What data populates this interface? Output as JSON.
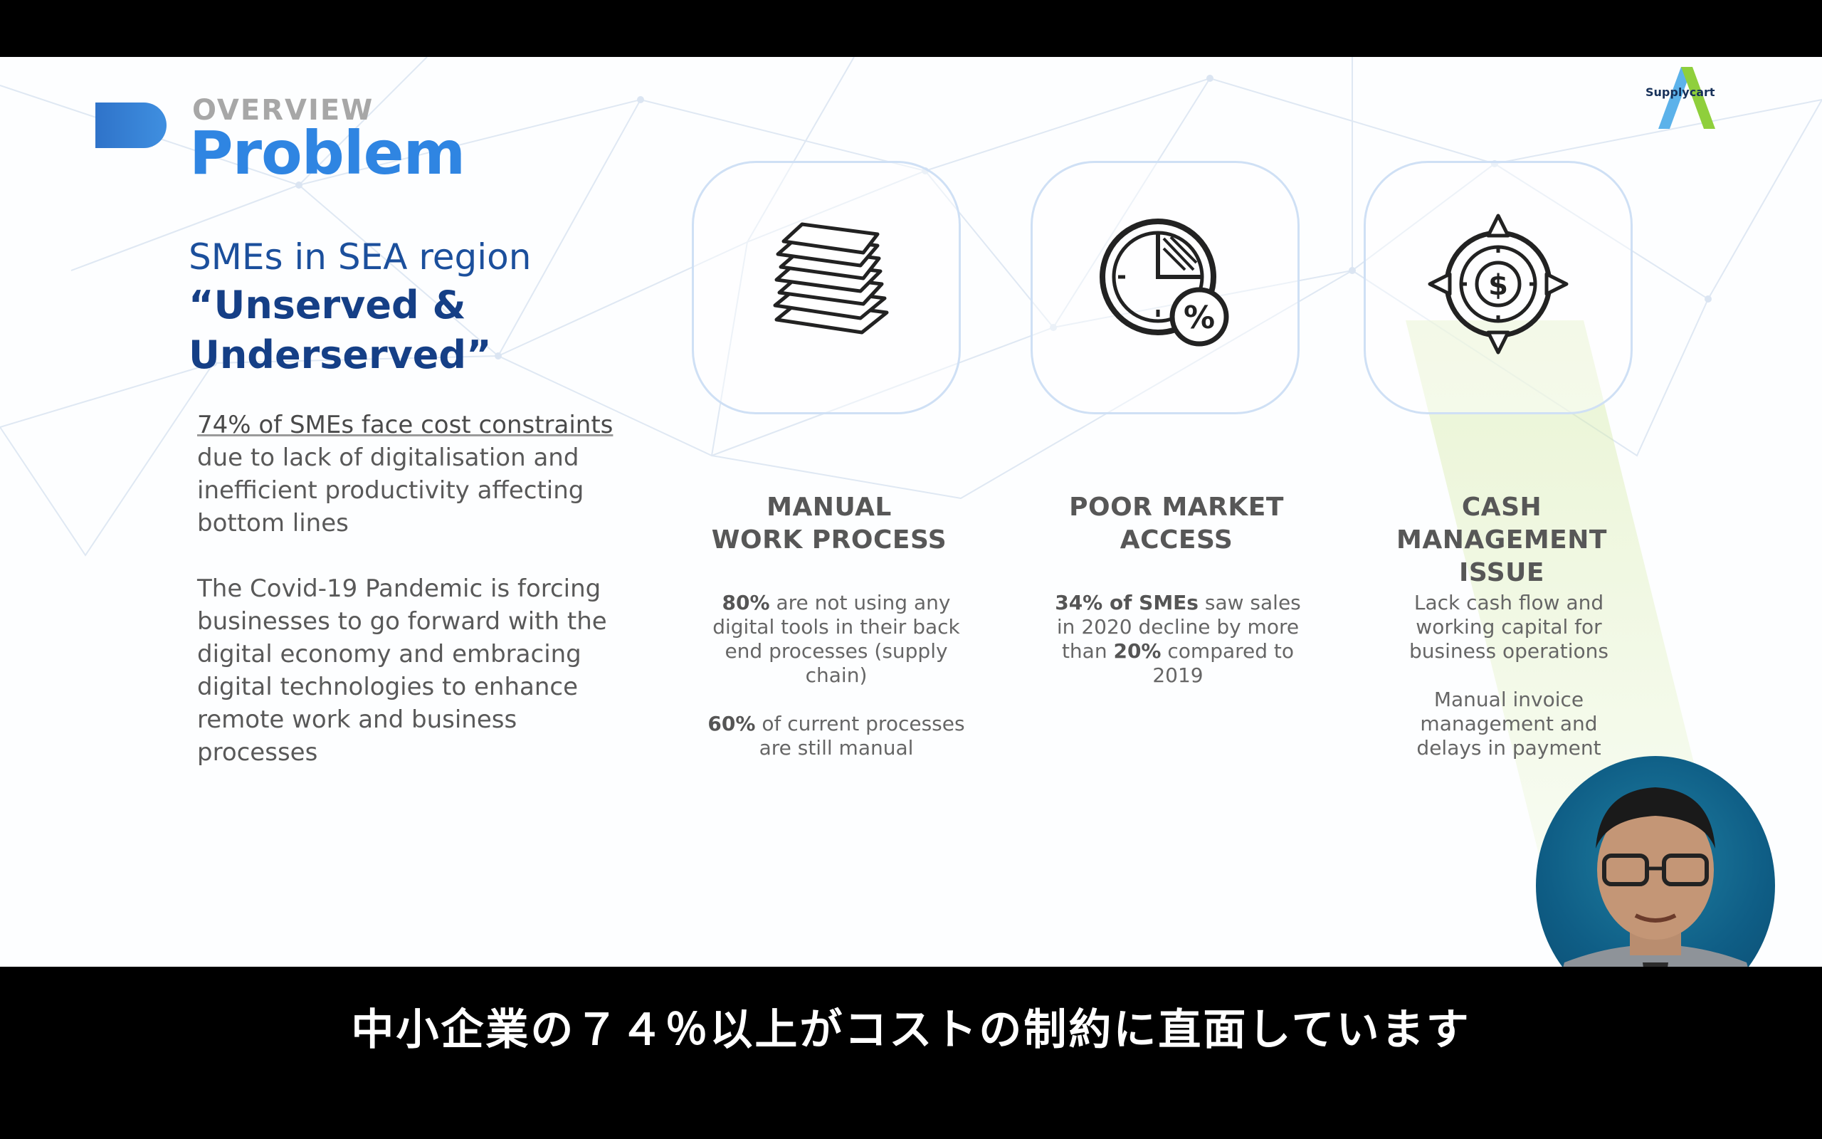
{
  "slide": {
    "section": "OVERVIEW",
    "title": "Problem",
    "logo_text": "Supplycart",
    "sme_heading": "SMEs in SEA region",
    "quote_line1": "“Unserved &",
    "quote_line2": "Underserved”",
    "para1_highlight": "74% of SMEs face cost constraints",
    "para1_lines": [
      "due to lack of digitalisation and",
      "inefficient productivity affecting",
      "bottom lines"
    ],
    "para2_lines": [
      "The Covid-19 Pandemic is forcing",
      "businesses to go forward with the",
      "digital economy and embracing",
      "digital technologies to enhance",
      "remote work  and business",
      "processes"
    ],
    "columns": [
      {
        "icon": "paper-stack-icon",
        "title_line1": "MANUAL",
        "title_line2": "WORK PROCESS",
        "b1": "80%",
        "t1a": " are not using any",
        "t1b": "digital tools in their back",
        "t1c": "end processes (supply",
        "t1d": "chain)",
        "b2": "60%",
        "t2a": " of current processes",
        "t2b": "are still manual"
      },
      {
        "icon": "clock-percent-icon",
        "title_line1": "POOR MARKET",
        "title_line2": "ACCESS",
        "b1": "34% of SMEs",
        "t1a": " saw sales",
        "t1b": "in 2020 decline by more",
        "t1c_pre": "than ",
        "b1b": "20%",
        "t1c_post": " compared to",
        "t1d": "2019"
      },
      {
        "icon": "dollar-compass-icon",
        "title_line1": "CASH MANAGEMENT",
        "title_line2": "ISSUE",
        "t1a": "Lack cash flow and",
        "t1b": "working capital for",
        "t1c": "business operations",
        "t2a": "Manual invoice",
        "t2b": "management and",
        "t2c": "delays in payment"
      }
    ]
  },
  "subtitle": "中小企業の７４％以上がコストの制約に直面しています",
  "colors": {
    "accent_blue": "#2f85e2",
    "navy": "#153f86",
    "gray_text": "#595959",
    "card_border": "#cfe0f5"
  }
}
